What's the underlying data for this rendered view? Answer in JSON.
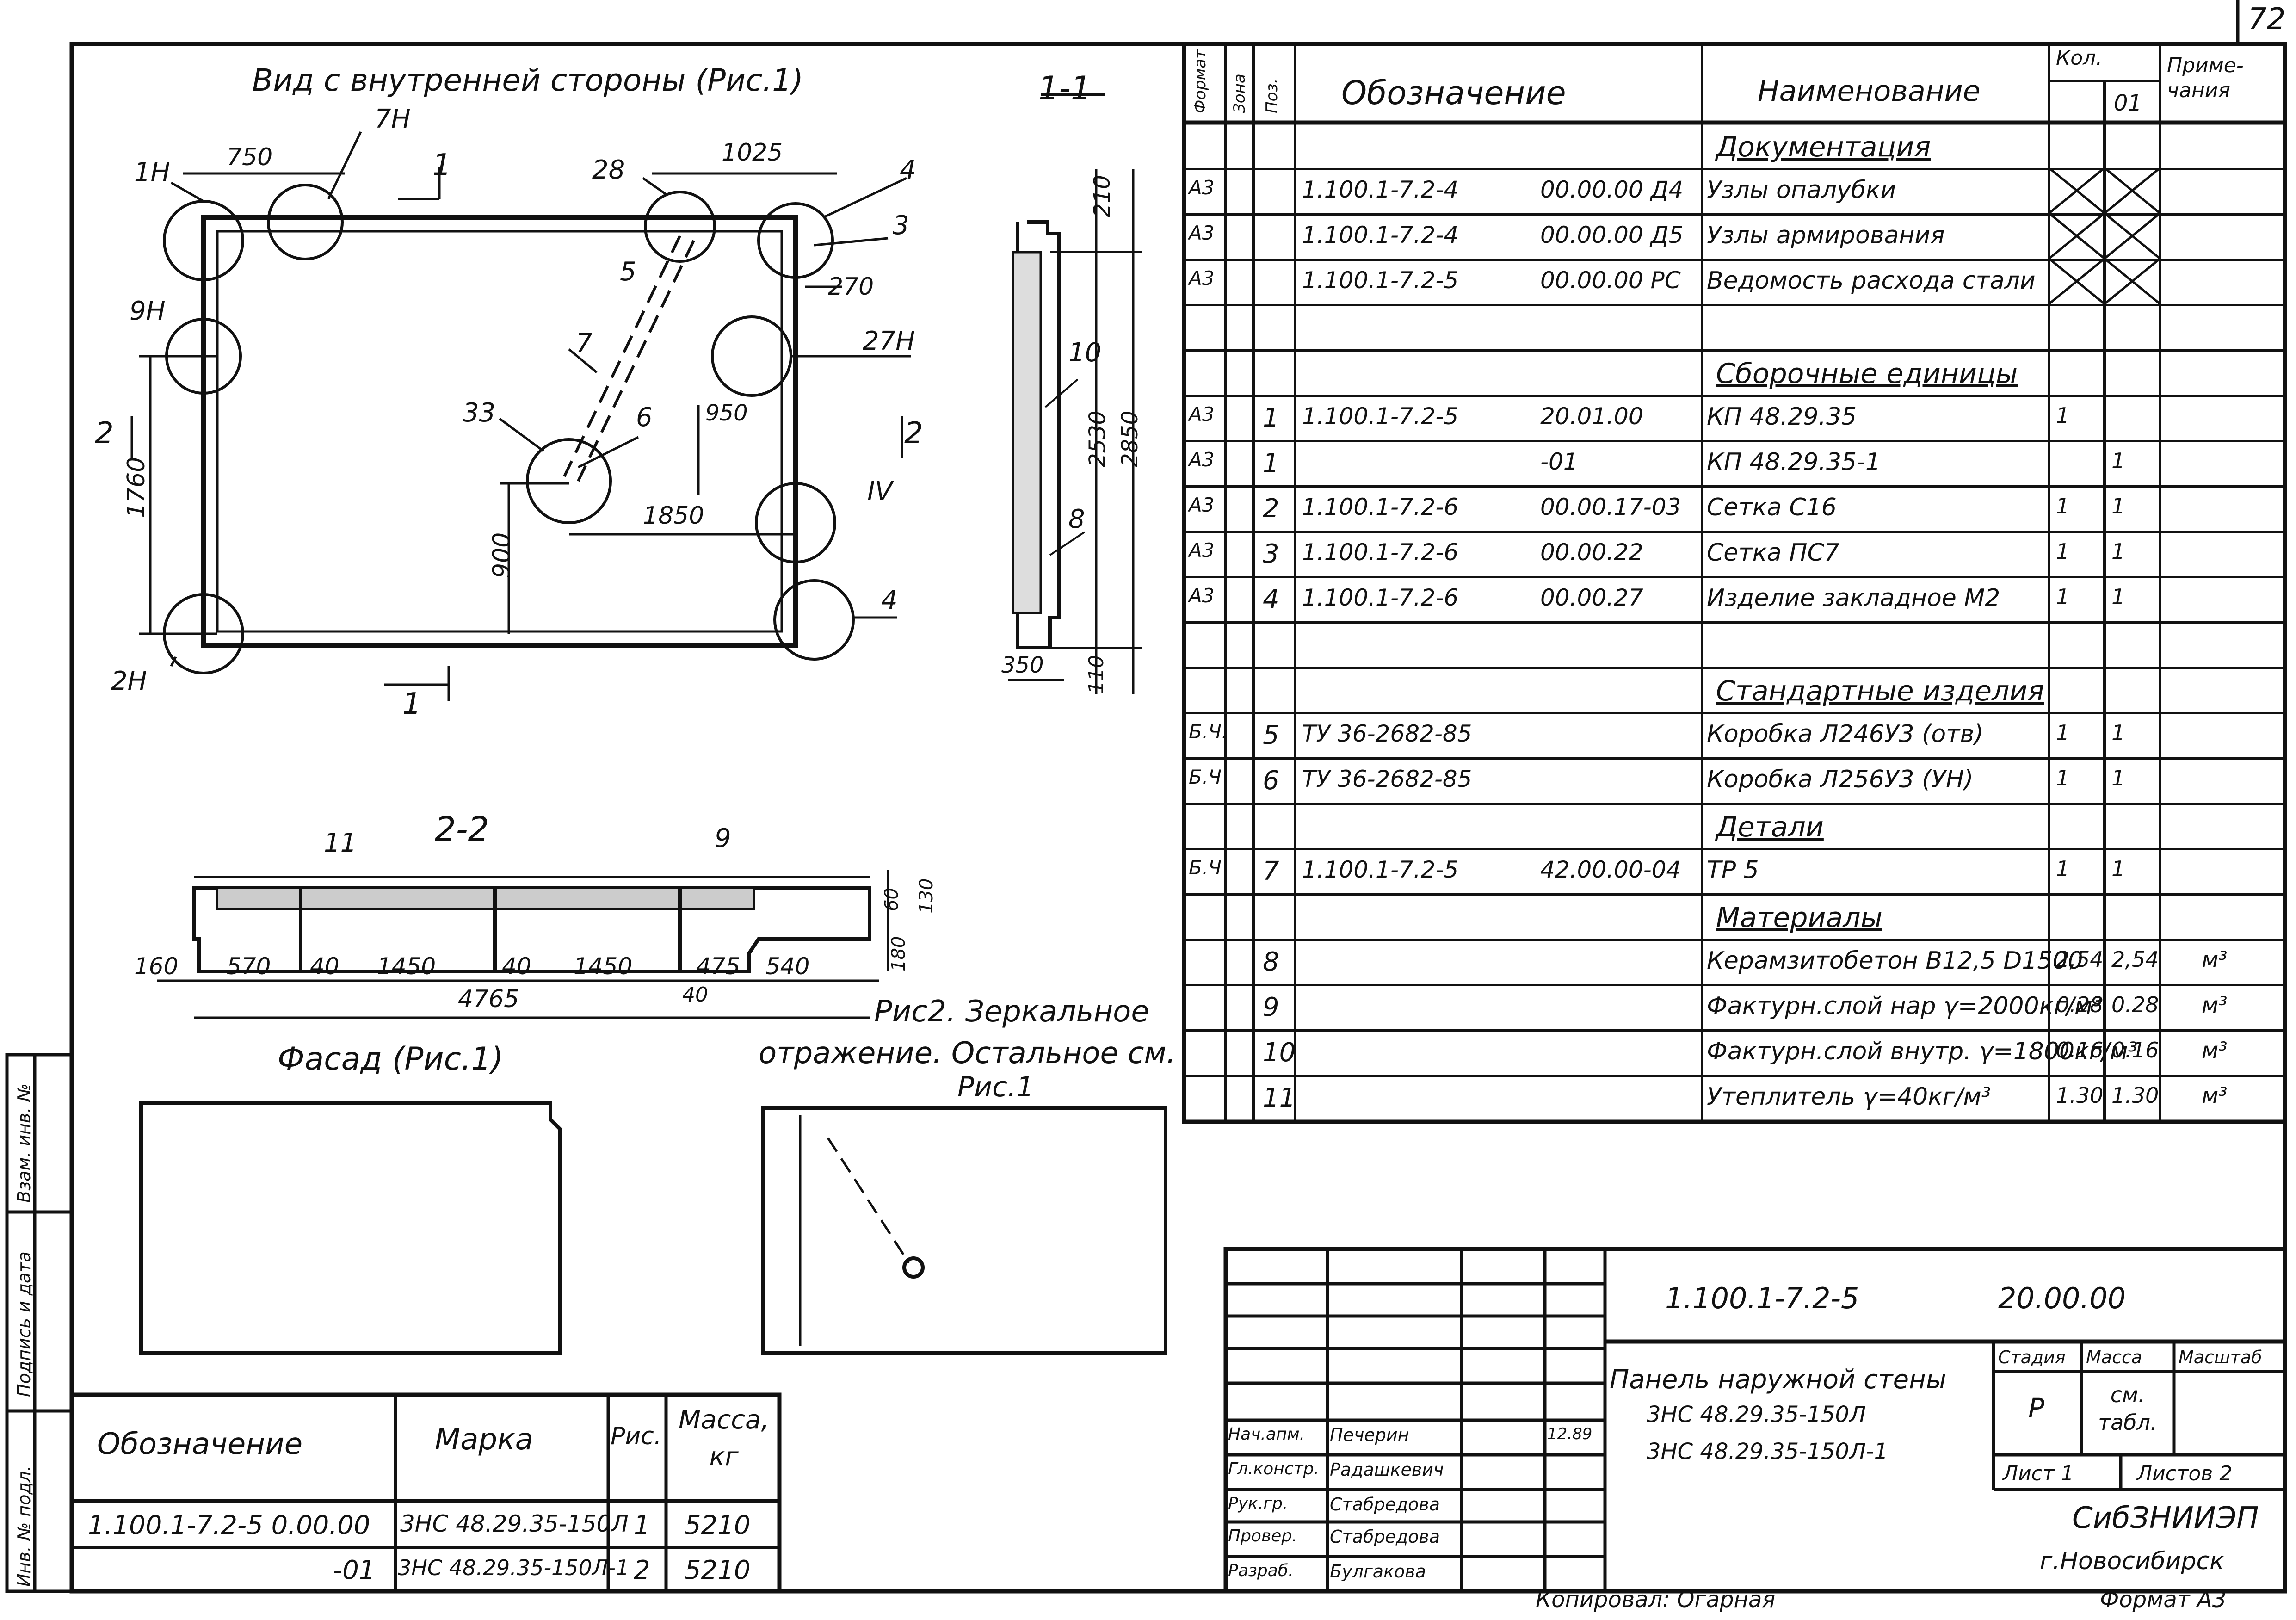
{
  "page_number": "72",
  "views": {
    "inner_view_title": "Вид с внутренней стороны (Рис.1)",
    "section_1_1": "1-1",
    "section_2_2": "2-2",
    "facade_title": "Фасад (Рис.1)",
    "mirror_note_1": "Рис2. Зеркальное",
    "mirror_note_2": "отражение. Остальное см.",
    "mirror_note_3": "Рис.1"
  },
  "callouts": {
    "c1H": "1Н",
    "c7H": "7Н",
    "c28": "28",
    "c4a": "4",
    "c3": "3",
    "c5": "5",
    "c9H": "9Н",
    "c27H": "27Н",
    "c7": "7",
    "c6": "6",
    "c33": "33",
    "c2": "2",
    "cIV": "IV",
    "c4b": "4",
    "c2H": "2Н",
    "c1a": "1",
    "c1b": "1",
    "c2b": "2",
    "c10": "10",
    "c8": "8",
    "c11": "11",
    "c9": "9"
  },
  "dimensions": {
    "d750": "750",
    "d1025": "1025",
    "d270": "270",
    "d950": "950",
    "d1760": "1760",
    "d900": "900",
    "d1850": "1850",
    "d210": "210",
    "d2530": "2530",
    "d2850": "2850",
    "d350": "350",
    "d110": "110",
    "d60": "60",
    "d130": "130",
    "d180": "180",
    "d160": "160",
    "d570": "570",
    "d40a": "40",
    "d1450a": "1450",
    "d40b": "40",
    "d1450b": "1450",
    "d475": "475",
    "d540": "540",
    "d4765": "4765",
    "d40c": "40"
  },
  "bom": {
    "headers": {
      "format": "Формат",
      "zone": "Зона",
      "pos": "Поз.",
      "designation": "Обозначение",
      "name": "Наименование",
      "qty": "Кол.",
      "qty_col": "01",
      "notes": "Приме-чания"
    },
    "rows": [
      {
        "fmt": "",
        "pos": "",
        "des": "",
        "code": "",
        "name": "Документация",
        "q1": "",
        "q2": "",
        "note": "",
        "section": true
      },
      {
        "fmt": "А3",
        "pos": "",
        "des": "1.100.1-7.2-4",
        "code": "00.00.00 Д4",
        "name": "Узлы опалубки",
        "q1": "",
        "q2": "",
        "note": "",
        "x": true
      },
      {
        "fmt": "А3",
        "pos": "",
        "des": "1.100.1-7.2-4",
        "code": "00.00.00 Д5",
        "name": "Узлы армирования",
        "q1": "",
        "q2": "",
        "note": "",
        "x": true
      },
      {
        "fmt": "А3",
        "pos": "",
        "des": "1.100.1-7.2-5",
        "code": "00.00.00 РС",
        "name": "Ведомость расхода стали",
        "q1": "",
        "q2": "",
        "note": "",
        "x": true
      },
      {
        "fmt": "",
        "pos": "",
        "des": "",
        "code": "",
        "name": "",
        "q1": "",
        "q2": "",
        "note": ""
      },
      {
        "fmt": "",
        "pos": "",
        "des": "",
        "code": "",
        "name": "Сборочные единицы",
        "q1": "",
        "q2": "",
        "note": "",
        "section": true
      },
      {
        "fmt": "А3",
        "pos": "1",
        "des": "1.100.1-7.2-5",
        "code": "20.01.00",
        "name": "КП 48.29.35",
        "q1": "1",
        "q2": "",
        "note": ""
      },
      {
        "fmt": "А3",
        "pos": "1",
        "des": "",
        "code": "-01",
        "name": "КП 48.29.35-1",
        "q1": "",
        "q2": "1",
        "note": ""
      },
      {
        "fmt": "А3",
        "pos": "2",
        "des": "1.100.1-7.2-6",
        "code": "00.00.17-03",
        "name": "Сетка С16",
        "q1": "1",
        "q2": "1",
        "note": ""
      },
      {
        "fmt": "А3",
        "pos": "3",
        "des": "1.100.1-7.2-6",
        "code": "00.00.22",
        "name": "Сетка ПС7",
        "q1": "1",
        "q2": "1",
        "note": ""
      },
      {
        "fmt": "А3",
        "pos": "4",
        "des": "1.100.1-7.2-6",
        "code": "00.00.27",
        "name": "Изделие закладное М2",
        "q1": "1",
        "q2": "1",
        "note": ""
      },
      {
        "fmt": "",
        "pos": "",
        "des": "",
        "code": "",
        "name": "",
        "q1": "",
        "q2": "",
        "note": ""
      },
      {
        "fmt": "",
        "pos": "",
        "des": "",
        "code": "",
        "name": "Стандартные изделия",
        "q1": "",
        "q2": "",
        "note": "",
        "section": true
      },
      {
        "fmt": "Б.Ч.",
        "pos": "5",
        "des": "ТУ 36-2682-85",
        "code": "",
        "name": "Коробка Л246У3 (отв)",
        "q1": "1",
        "q2": "1",
        "note": ""
      },
      {
        "fmt": "Б.Ч",
        "pos": "6",
        "des": "ТУ 36-2682-85",
        "code": "",
        "name": "Коробка Л256У3 (УН)",
        "q1": "1",
        "q2": "1",
        "note": ""
      },
      {
        "fmt": "",
        "pos": "",
        "des": "",
        "code": "",
        "name": "Детали",
        "q1": "",
        "q2": "",
        "note": "",
        "section": true
      },
      {
        "fmt": "Б.Ч",
        "pos": "7",
        "des": "1.100.1-7.2-5",
        "code": "42.00.00-04",
        "name": "ТР 5",
        "q1": "1",
        "q2": "1",
        "note": ""
      },
      {
        "fmt": "",
        "pos": "",
        "des": "",
        "code": "",
        "name": "Материалы",
        "q1": "",
        "q2": "",
        "note": "",
        "section": true
      },
      {
        "fmt": "",
        "pos": "8",
        "des": "",
        "code": "",
        "name": "Керамзитобетон В12,5 D1500",
        "q1": "2,54",
        "q2": "2,54",
        "note": "м³"
      },
      {
        "fmt": "",
        "pos": "9",
        "des": "",
        "code": "",
        "name": "Фактурн.слой нар γ=2000кг/м³",
        "q1": "0.28",
        "q2": "0.28",
        "note": "м³"
      },
      {
        "fmt": "",
        "pos": "10",
        "des": "",
        "code": "",
        "name": "Фактурн.слой внутр. γ=1800кг/м³",
        "q1": "0.16",
        "q2": "0.16",
        "note": "м³"
      },
      {
        "fmt": "",
        "pos": "11",
        "des": "",
        "code": "",
        "name": "Утеплитель γ=40кг/м³",
        "q1": "1.30",
        "q2": "1.30",
        "note": "м³"
      }
    ]
  },
  "marks_table": {
    "h_designation": "Обозначение",
    "h_mark": "Марка",
    "h_fig": "Рис.",
    "h_mass": "Масса, кг",
    "rows": [
      {
        "des": "1.100.1-7.2-5 0.00.00",
        "mark": "3НС 48.29.35-150Л",
        "fig": "1",
        "mass": "5210"
      },
      {
        "des": "-01",
        "mark": "3НС 48.29.35-150Л-1",
        "fig": "2",
        "mass": "5210"
      }
    ]
  },
  "title_block": {
    "doc_code": "1.100.1-7.2-5",
    "doc_num": "20.00.00",
    "title_1": "Панель наружной стены",
    "title_2": "3НС 48.29.35-150Л",
    "title_3": "3НС 48.29.35-150Л-1",
    "stage_h": "Стадия",
    "mass_h": "Масса",
    "scale_h": "Масштаб",
    "stage": "Р",
    "mass": "см. табл.",
    "sheet": "Лист 1",
    "sheets": "Листов 2",
    "org": "СибЗНИИЭП",
    "city": "г.Новосибирск",
    "roles": [
      {
        "role": "Нач.апм.",
        "name": "Печерин",
        "date": "12.89"
      },
      {
        "role": "Гл.констр.",
        "name": "Радашкевич",
        "date": ""
      },
      {
        "role": "Рук.гр.",
        "name": "Стабредова",
        "date": ""
      },
      {
        "role": "Провер.",
        "name": "Стабредова",
        "date": ""
      },
      {
        "role": "Разраб.",
        "name": "Булгакова",
        "date": ""
      }
    ],
    "copied": "Копировал: Огарная",
    "format": "Формат А3"
  },
  "side_stamp": {
    "inv_orig": "Инв. № подл.",
    "sign_date": "Подпись и дата",
    "inv_replace": "Взам. инв. №"
  }
}
